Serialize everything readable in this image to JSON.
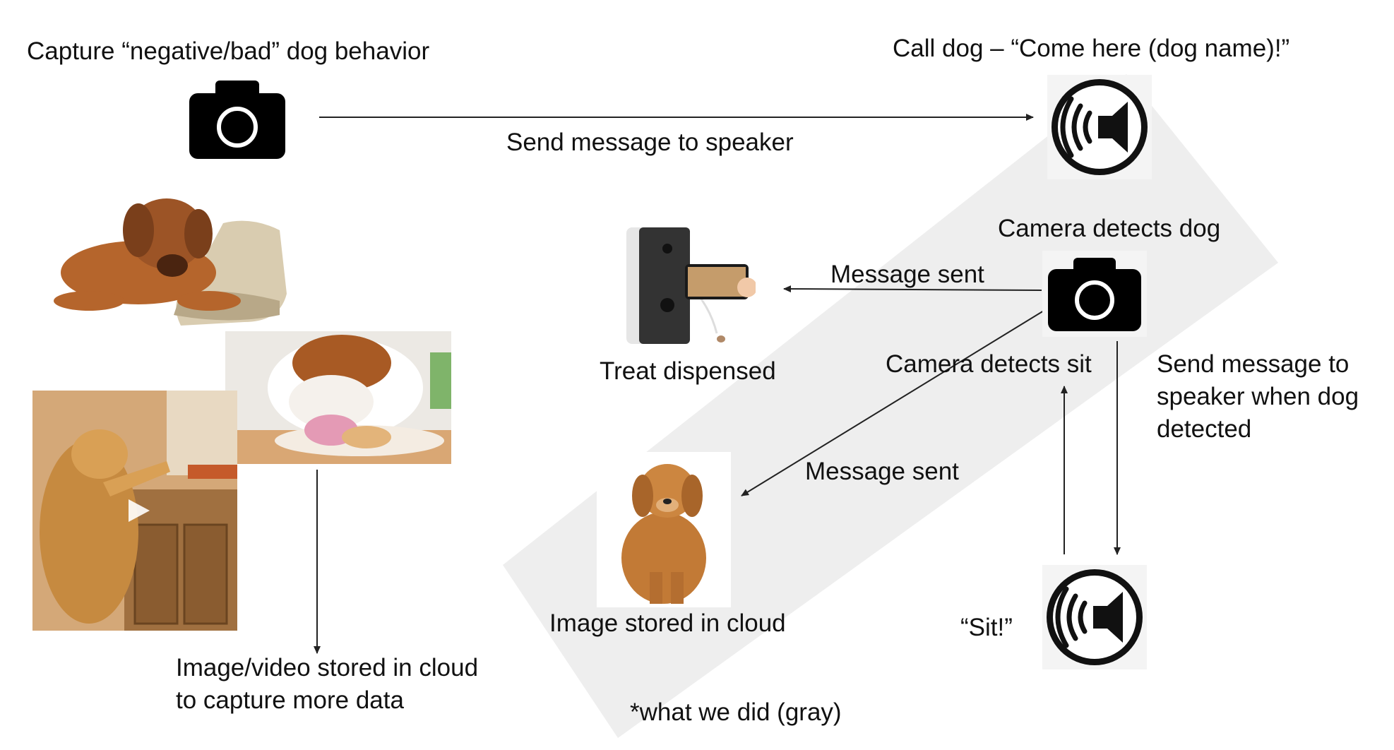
{
  "labels": {
    "capture_bad_behavior": "Capture “negative/bad” dog behavior",
    "send_message_to_speaker": "Send message to speaker",
    "call_dog": "Call dog – “Come here (dog name)!”",
    "camera_detects_dog": "Camera detects dog",
    "message_sent_treat": "Message sent",
    "treat_dispensed": "Treat dispensed",
    "camera_detects_sit": "Camera detects sit",
    "send_message_when_detected": "Send message to\nspeaker when dog\ndetected",
    "message_sent_cloud": "Message sent",
    "image_stored_in_cloud": "Image stored in cloud",
    "sit_command": "“Sit!”",
    "image_video_stored": "Image/video stored in cloud\nto capture more data",
    "footnote": "*what we did (gray)"
  },
  "icons": {
    "camera": "camera-icon",
    "speaker": "speaker-icon",
    "play": "play-icon"
  },
  "colors": {
    "highlight_band": "#eeeeee",
    "icon_black": "#000000",
    "arrow": "#222222"
  }
}
